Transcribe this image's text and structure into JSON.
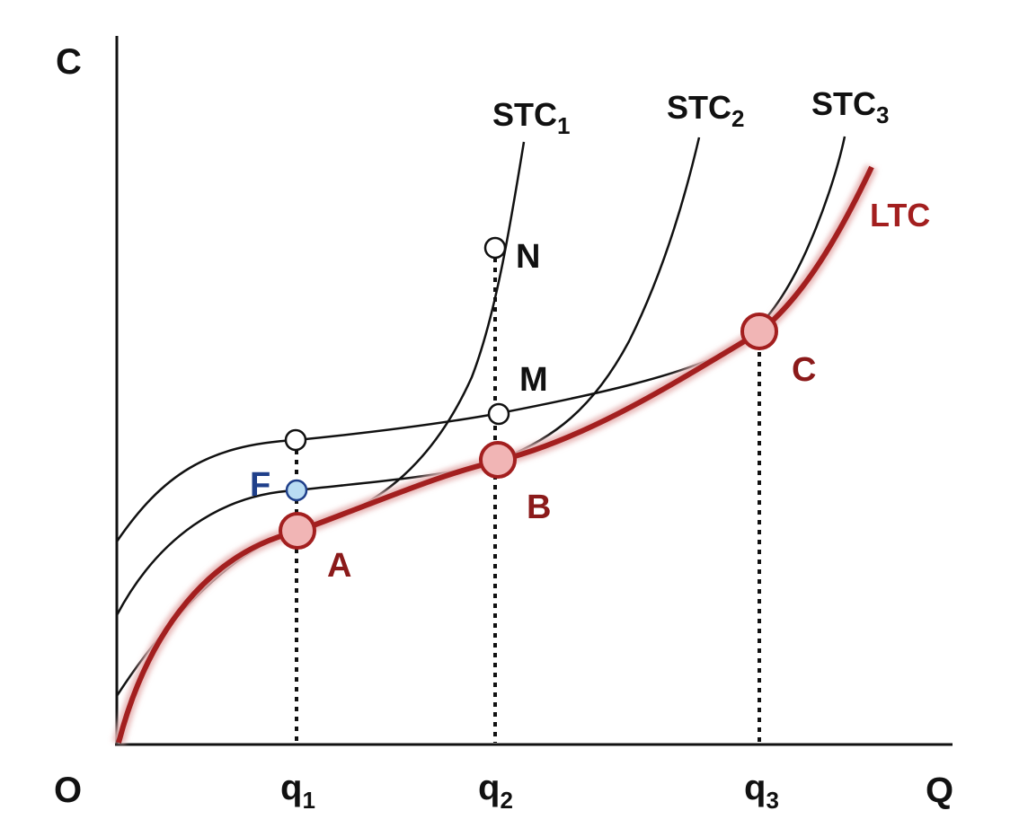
{
  "colors": {
    "ink": "#111111",
    "ltc": "#a31f1f",
    "ltc_glow": "#e8b9b9",
    "point_fill": "#f1b5b5",
    "point_stroke": "#a31f1f",
    "open_point_fill": "#ffffff",
    "f_fill": "#b9dcf3",
    "f_stroke": "#1f3f8a",
    "label_dark_red": "#8b1a1a",
    "label_blue": "#1f3f8a"
  },
  "axes": {
    "y_label": "C",
    "x_label": "Q",
    "origin_label": "O"
  },
  "ticks": [
    {
      "base": "q",
      "sub": "1"
    },
    {
      "base": "q",
      "sub": "2"
    },
    {
      "base": "q",
      "sub": "3"
    }
  ],
  "curves": {
    "stc1": {
      "base": "STC",
      "sub": "1"
    },
    "stc2": {
      "base": "STC",
      "sub": "2"
    },
    "stc3": {
      "base": "STC",
      "sub": "3"
    },
    "ltc": {
      "label": "LTC"
    }
  },
  "points": {
    "A": "A",
    "B": "B",
    "C": "C",
    "F": "F",
    "M": "M",
    "N": "N"
  }
}
